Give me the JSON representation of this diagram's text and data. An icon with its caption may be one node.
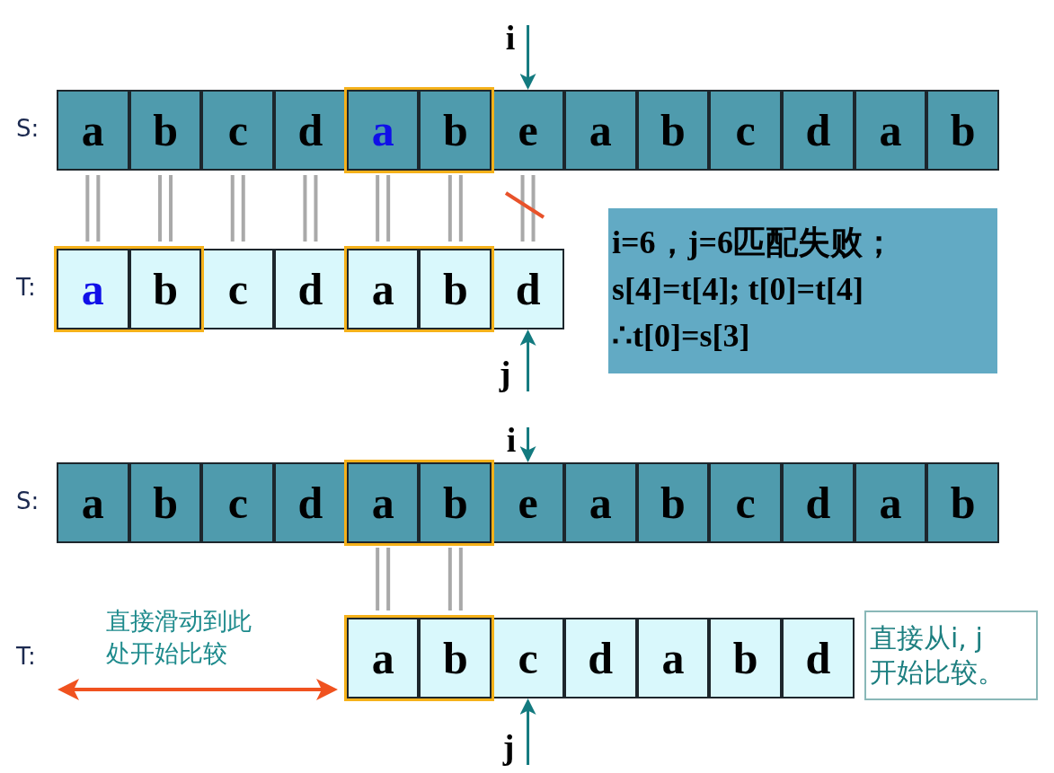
{
  "diagram": {
    "nodes": [
      {
        "text": [
          "i"
        ]
      },
      {
        "text": [
          "a"
        ]
      },
      {
        "text": [
          "b"
        ]
      },
      {
        "text": [
          "c"
        ]
      },
      {
        "text": [
          "d"
        ]
      },
      {
        "text": [],
        "shape": "box"
      },
      {
        "text": [
          "a"
        ],
        "in": 5
      },
      {
        "text": [
          "b"
        ],
        "in": 5
      },
      {
        "text": [
          "e"
        ]
      },
      {
        "text": [
          "a"
        ]
      },
      {
        "text": [
          "b"
        ]
      },
      {
        "text": [
          "c"
        ]
      },
      {
        "text": [
          "d"
        ]
      },
      {
        "text": [
          "a"
        ]
      },
      {
        "text": [
          "b"
        ]
      },
      {
        "text": [],
        "shape": "box"
      },
      {
        "text": [
          "a"
        ],
        "in": 15
      },
      {
        "text": [
          "b"
        ],
        "in": 15
      },
      {
        "text": [
          "c"
        ]
      },
      {
        "text": [
          "d"
        ]
      },
      {
        "text": [],
        "shape": "box"
      },
      {
        "text": [
          "a"
        ],
        "in": 20
      },
      {
        "text": [
          "b"
        ],
        "in": 20
      },
      {
        "text": [
          "d"
        ]
      },
      {
        "text": [
          "i=6，j=6匹配失败；",
          "s[4]=t[4]; t[0]=t[4]",
          "∴t[0]=s[3]"
        ]
      },
      {
        "text": [
          "j"
        ]
      },
      {
        "text": [
          "i"
        ]
      },
      {
        "text": [
          "a"
        ]
      },
      {
        "text": [
          "b"
        ]
      },
      {
        "text": [
          "c"
        ]
      },
      {
        "text": [
          "d"
        ]
      },
      {
        "text": [],
        "shape": "box"
      },
      {
        "text": [
          "a"
        ],
        "in": 31
      },
      {
        "text": [
          "b"
        ],
        "in": 31
      },
      {
        "text": [
          "e"
        ]
      },
      {
        "text": [
          "a"
        ]
      },
      {
        "text": [
          "b"
        ]
      },
      {
        "text": [
          "c"
        ]
      },
      {
        "text": [
          "d"
        ]
      },
      {
        "text": [
          "a"
        ]
      },
      {
        "text": [
          "b"
        ]
      },
      {
        "text": [],
        "shape": "box"
      },
      {
        "text": [
          "a"
        ],
        "in": 41
      },
      {
        "text": [
          "b"
        ],
        "in": 41
      },
      {
        "text": [
          "c"
        ]
      },
      {
        "text": [
          "d"
        ]
      },
      {
        "text": [
          "a"
        ]
      },
      {
        "text": [
          "b"
        ]
      },
      {
        "text": [
          "d"
        ]
      },
      {
        "text": [
          "直接从i, j开始比较。"
        ]
      },
      {
        "text": [
          "j"
        ]
      }
    ],
    "edges": [
      {
        "from": 0,
        "to": 8,
        "arrow": "to",
        "color": "#137a7f"
      },
      {
        "from": 1,
        "to": 16,
        "arrow": "none"
      },
      {
        "from": 2,
        "to": 17,
        "arrow": "none"
      },
      {
        "from": 3,
        "to": 18,
        "arrow": "none"
      },
      {
        "from": 4,
        "to": 19,
        "arrow": "none"
      },
      {
        "from": 6,
        "to": 21,
        "arrow": "none"
      },
      {
        "from": 7,
        "to": 22,
        "arrow": "none"
      },
      {
        "from": 8,
        "to": 23,
        "arrow": "none"
      },
      {
        "from": 25,
        "to": 23,
        "arrow": "to",
        "color": "#137a7f"
      },
      {
        "from": 26,
        "to": 34,
        "arrow": "to",
        "color": "#137a7f"
      },
      {
        "from": 32,
        "to": 42,
        "arrow": "none"
      },
      {
        "from": 33,
        "to": 43,
        "arrow": "none"
      },
      {
        "from": 50,
        "to": 44,
        "arrow": "to",
        "color": "#137a7f"
      }
    ],
    "labels": [
      "S:",
      "T:",
      "S:",
      "T:",
      "直接滑动到此处开始比较"
    ]
  }
}
